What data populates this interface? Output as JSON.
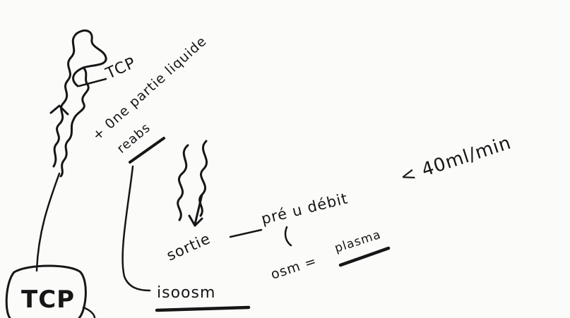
{
  "labels": {
    "tcp_top": "TCP",
    "reabsorption_line1": "+ 0ne partie liquide",
    "reabsorption_line2": "reabs",
    "sortie": "sortie",
    "debit": "pré u débit",
    "debit_value": "< 40ml/min",
    "osm": "osm =",
    "plasma": "plasma",
    "iso": "isoosm",
    "tcp_box": "TCP"
  },
  "colors": {
    "ink": "#161616",
    "paper": "#fbfbfa"
  }
}
